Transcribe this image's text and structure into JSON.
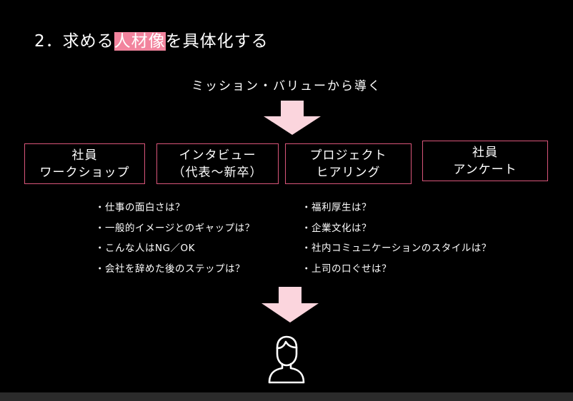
{
  "title": {
    "prefix": "2．求める",
    "highlight": "人材像",
    "suffix": "を具体化する"
  },
  "subtitle": "ミッション・バリューから導く",
  "boxes": [
    {
      "line1": "社員",
      "line2": "ワークショップ"
    },
    {
      "line1": "インタビュー",
      "line2": "（代表〜新卒）"
    },
    {
      "line1": "プロジェクト",
      "line2": "ヒアリング"
    },
    {
      "line1": "社員",
      "line2": "アンケート"
    }
  ],
  "questions_left": [
    "・仕事の面白さは？",
    "・一般的イメージとのギャップは？",
    "・こんな人はNG／OK",
    "・会社を辞めた後のステップは？"
  ],
  "questions_right": [
    "・福利厚生は？",
    "・企業文化は？",
    "・社内コミュニケーションのスタイルは？",
    "・上司の口ぐせは？"
  ],
  "colors": {
    "background": "#000000",
    "text": "#ffffff",
    "highlight": "#f2849e",
    "box_border": "#d9557a",
    "arrow": "#fbd5dd"
  },
  "icons": {
    "arrows": "down-arrow-icon",
    "person": "person-icon"
  }
}
